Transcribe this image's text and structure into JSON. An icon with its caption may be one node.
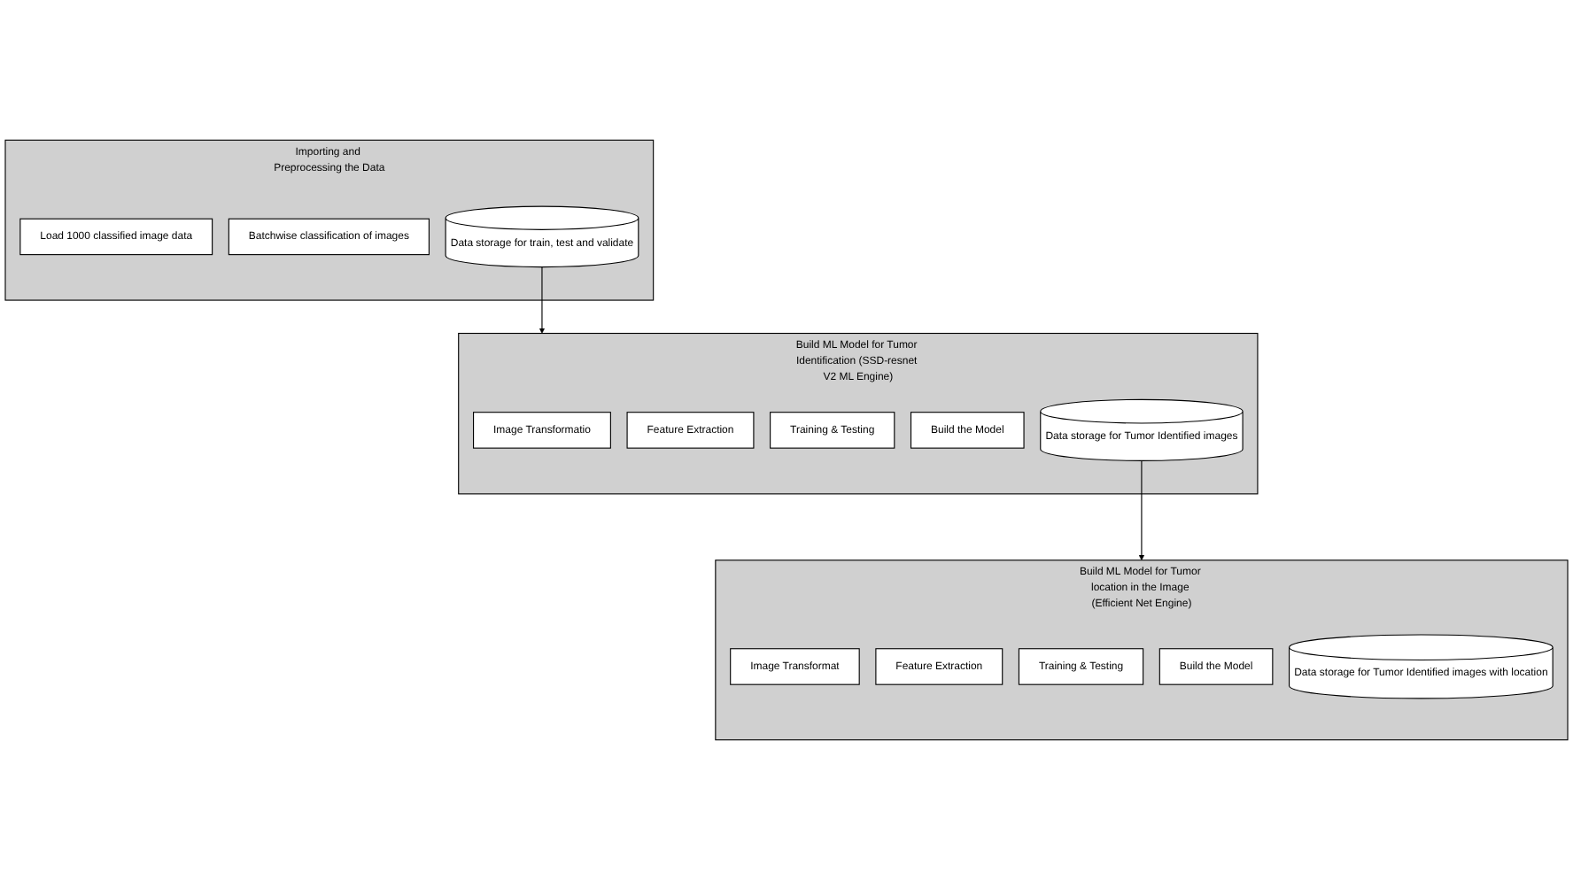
{
  "diagram": {
    "nodes": [
      {
        "text": [
          "Importing and Preprocessing the Data"
        ]
      },
      {
        "text": [
          "Load 1000 classified image data"
        ],
        "in": 0
      },
      {
        "text": [
          "Batchwise classification of images"
        ],
        "in": 0
      },
      {
        "text": [
          "Data storage for train, test and validate"
        ],
        "in": 0
      },
      {
        "text": [
          "Build ML Model for Tumor Identification (SSD-resnet V2 ML Engine)"
        ]
      },
      {
        "text": [
          "Image Transformatio"
        ],
        "in": 4
      },
      {
        "text": [
          "Feature Extraction"
        ],
        "in": 4
      },
      {
        "text": [
          "Training & Testing"
        ],
        "in": 4
      },
      {
        "text": [
          "Build the Model"
        ],
        "in": 4
      },
      {
        "text": [
          "Data storage for Tumor Identified images"
        ],
        "in": 4
      },
      {
        "text": [
          "Build ML Model for Tumor location in the Image (Efficient Net Engine)"
        ]
      },
      {
        "text": [
          "Image Transformat"
        ],
        "in": 10
      },
      {
        "text": [
          "Feature Extraction"
        ],
        "in": 10
      },
      {
        "text": [
          "Training & Testing"
        ],
        "in": 10
      },
      {
        "text": [
          "Build the Model"
        ],
        "in": 10
      },
      {
        "text": [
          "Data storage for Tumor Identified images with location"
        ],
        "in": 10
      }
    ],
    "edges": [
      {
        "from": 3,
        "to": 4,
        "arrow": "to"
      },
      {
        "from": 9,
        "to": 10,
        "arrow": "to"
      }
    ]
  }
}
